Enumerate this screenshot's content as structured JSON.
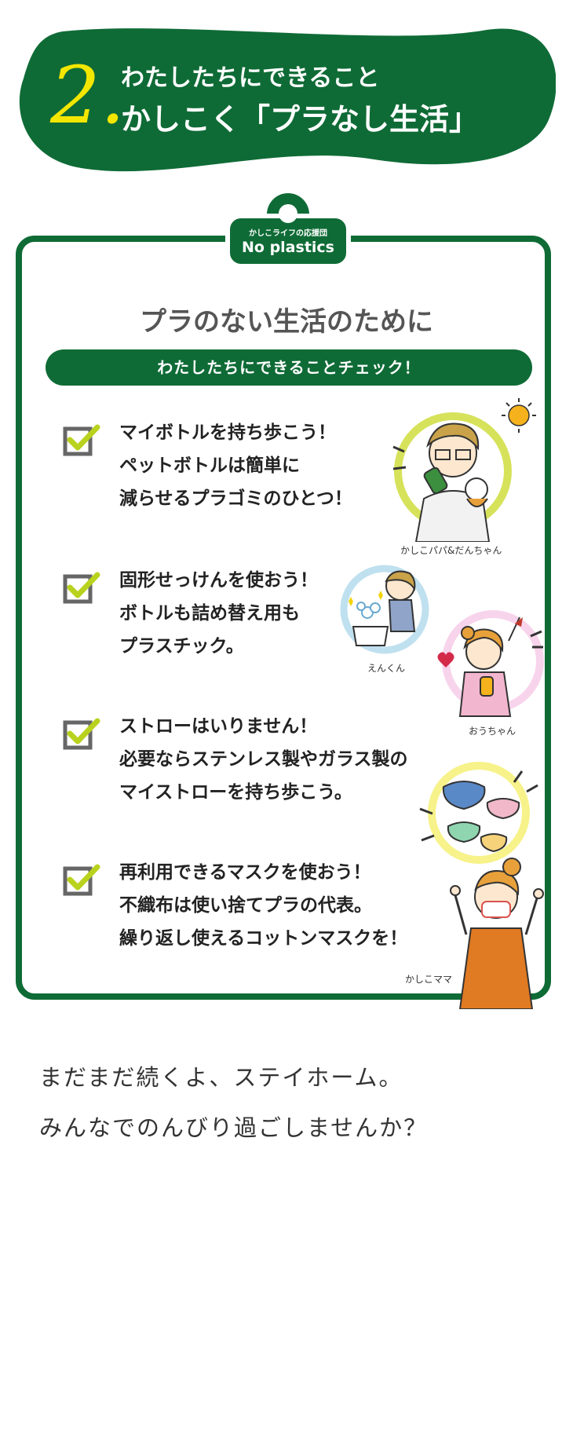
{
  "banner": {
    "number": "2.",
    "subtitle": "わたしたちにできること",
    "title": "かしこく「プラなし生活」",
    "color": "#0f6b36",
    "accent": "#f3e600"
  },
  "tag": {
    "small": "かしこライフの応援団",
    "big": "No plastics"
  },
  "card": {
    "heading": "プラのない生活のために",
    "pill": "わたしたちにできることチェック！"
  },
  "items": [
    {
      "lines": [
        "マイボトルを持ち歩こう！",
        "ペットボトルは簡単に",
        "減らせるプラゴミのひとつ！"
      ]
    },
    {
      "lines": [
        "固形せっけんを使おう！",
        "ボトルも詰め替え用も",
        "プラスチック。"
      ]
    },
    {
      "lines": [
        "ストローはいりません！",
        "必要ならステンレス製やガラス製の",
        "マイストローを持ち歩こう。"
      ]
    },
    {
      "lines": [
        "再利用できるマスクを使おう！",
        "不織布は使い捨てプラの代表。",
        "繰り返し使えるコットンマスクを！"
      ]
    }
  ],
  "captions": {
    "papa": "かしこパパ&だんちゃん",
    "en": "えんくん",
    "ou": "おうちゃん",
    "mama": "かしこママ"
  },
  "closing": {
    "line1": "まだまだ続くよ、ステイホーム。",
    "line2": "みんなでのんびり過ごしませんか？"
  },
  "icons": {
    "check": "check-icon",
    "sun": "sun-icon",
    "heart": "heart-icon"
  }
}
